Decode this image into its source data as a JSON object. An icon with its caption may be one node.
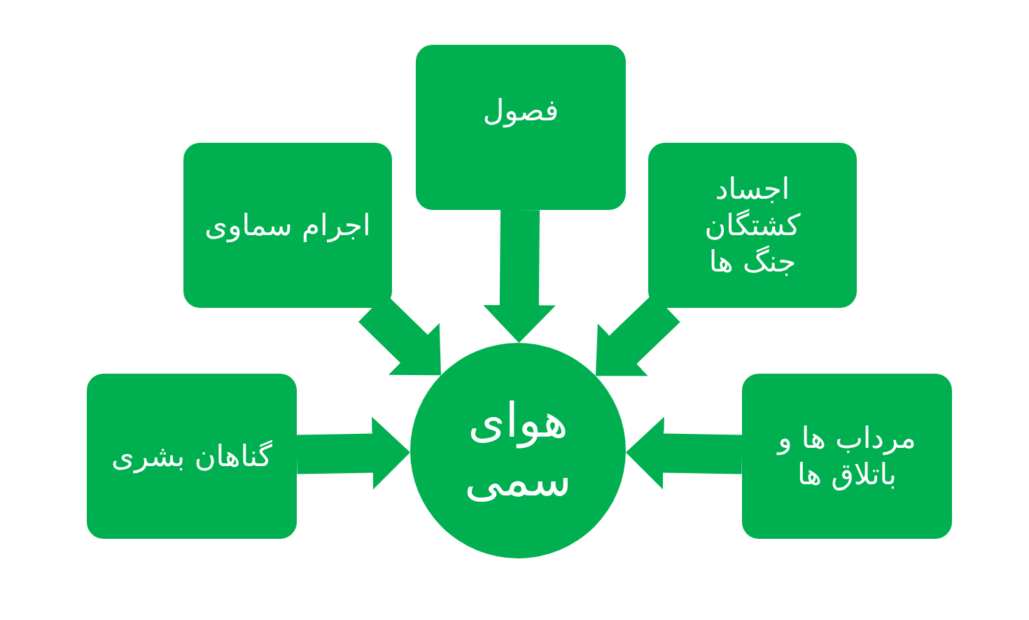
{
  "diagram": {
    "nodes": [
      {
        "text": [
          "فصول"
        ]
      },
      {
        "text": [
          "اجرام سماوی"
        ]
      },
      {
        "text": [
          "اجساد کشتگان جنگ ها"
        ]
      },
      {
        "text": [
          "گناهان بشری"
        ]
      },
      {
        "text": [
          "هوای سمی"
        ]
      },
      {
        "text": [
          "مرداب ها و باتلاق ها"
        ]
      }
    ],
    "edges": [
      {
        "from": 0,
        "to": 4,
        "arrow": "to"
      },
      {
        "from": 1,
        "to": 4,
        "arrow": "to"
      },
      {
        "from": 2,
        "to": 4,
        "arrow": "to"
      },
      {
        "from": 3,
        "to": 4,
        "arrow": "to"
      },
      {
        "from": 5,
        "to": 4,
        "arrow": "to"
      }
    ]
  }
}
